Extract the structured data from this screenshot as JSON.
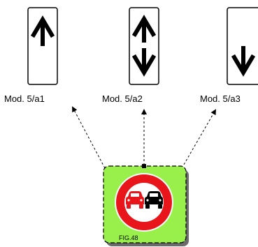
{
  "signs": [
    {
      "id": "mod-5-a1",
      "label": "Mod. 5/a1",
      "arrows": [
        "up"
      ]
    },
    {
      "id": "mod-5-a2",
      "label": "Mod. 5/a2",
      "arrows": [
        "up",
        "down"
      ]
    },
    {
      "id": "mod-5-a3",
      "label": "Mod. 5/a3",
      "arrows": [
        "down"
      ]
    }
  ],
  "main_sign": {
    "figure_label": "FIG.48",
    "meaning": "no overtaking",
    "colors": {
      "panel": "#99f04a",
      "ring": "#e8151b",
      "disc": "#ffffff",
      "left_car": "#e8151b",
      "right_car": "#000000"
    }
  },
  "connector_style": "dashed-arrow"
}
